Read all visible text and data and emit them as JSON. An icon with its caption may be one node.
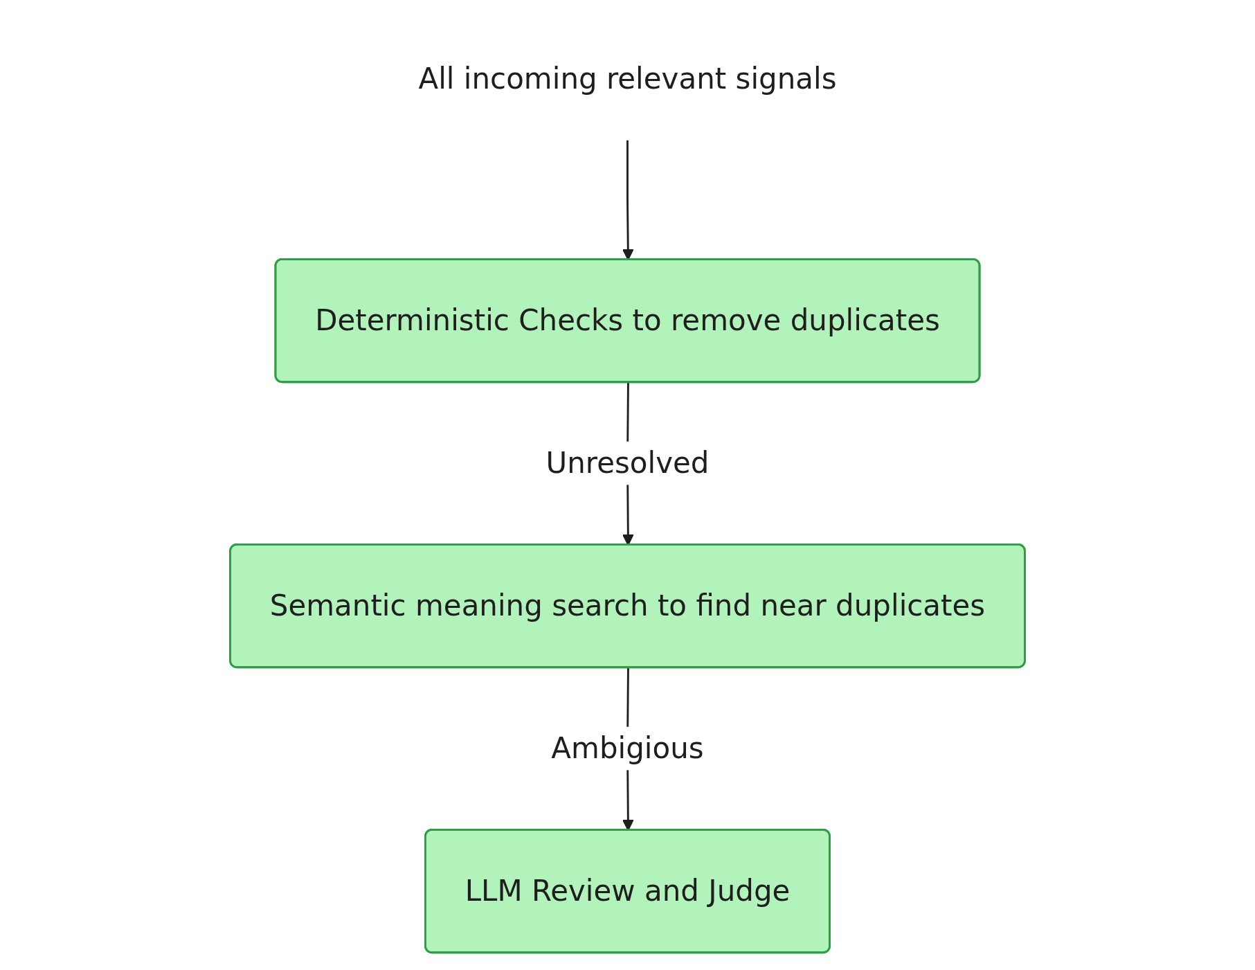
{
  "diagram": {
    "nodes": [
      {
        "text": [
          "All incoming relevant signals"
        ]
      },
      {
        "text": [
          "Deterministic Checks to remove duplicates"
        ]
      },
      {
        "text": [
          "Semantic meaning search to find near duplicates"
        ]
      },
      {
        "text": [
          "LLM Review and Judge"
        ]
      }
    ],
    "edges": [
      {
        "from": 0,
        "to": 1,
        "arrow": "to"
      },
      {
        "from": 1,
        "to": 2,
        "label": "Unresolved",
        "arrow": "to"
      },
      {
        "from": 2,
        "to": 3,
        "label": "Ambigious",
        "arrow": "to"
      }
    ]
  }
}
